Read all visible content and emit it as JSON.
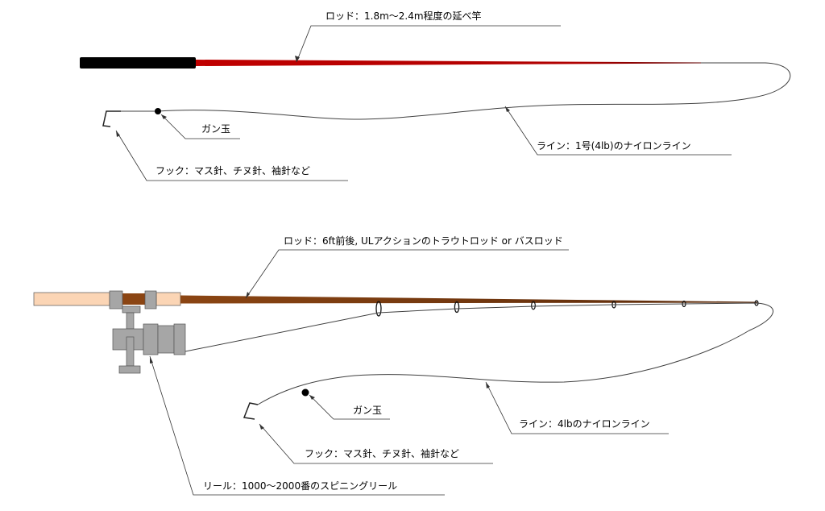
{
  "diagram1": {
    "rod_label": "ロッド：1.8m～2.4m程度の延べ竿",
    "sinker_label": "ガン玉",
    "line_label": "ライン：1号(4lb)のナイロンライン",
    "hook_label": "フック：マス針、チヌ針、袖針など"
  },
  "diagram2": {
    "rod_label": "ロッド：6ft前後, ULアクションのトラウトロッド or バスロッド",
    "sinker_label": "ガン玉",
    "line_label": "ライン：4lbのナイロンライン",
    "hook_label": "フック：マス針、チヌ針、袖針など",
    "reel_label": "リール：1000～2000番のスピニングリール"
  },
  "colors": {
    "pole_red": "#c00000",
    "grip_black": "#000000",
    "rod_brown": "#8b4513",
    "cork": "#fbd5b5",
    "reel_gray": "#a6a6a6"
  }
}
